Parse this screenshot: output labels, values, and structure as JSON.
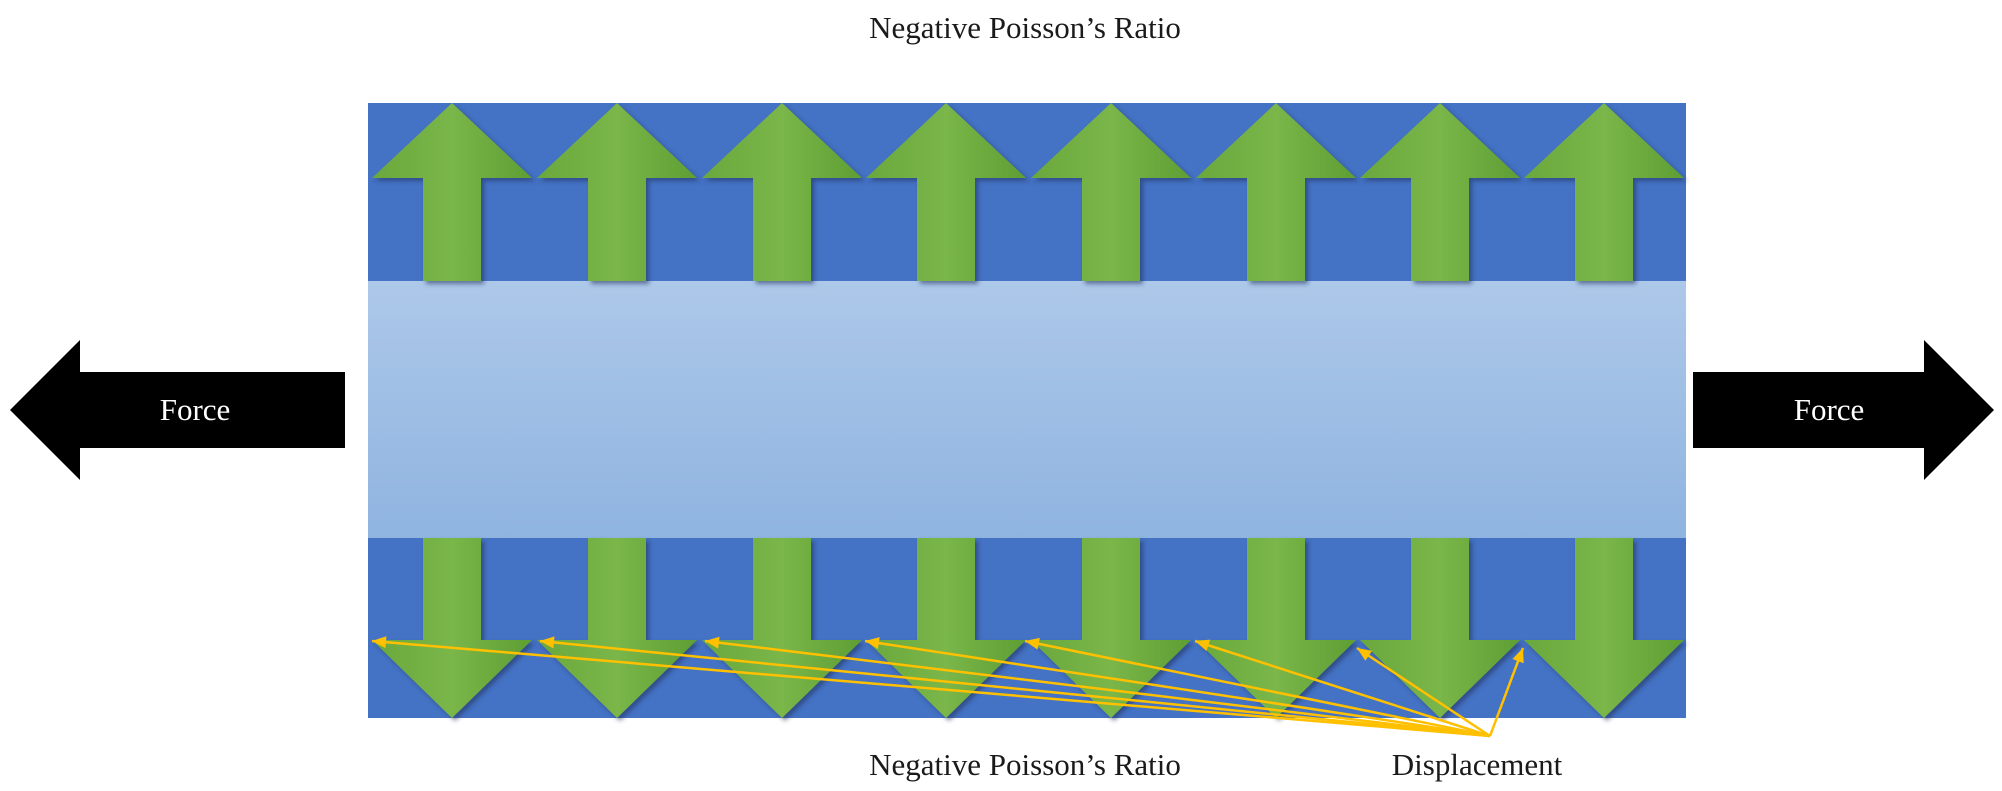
{
  "labels": {
    "top_title": "Negative Poisson’s Ratio",
    "bottom_label": "Negative Poisson’s Ratio",
    "displacement_label": "Displacement",
    "force_left": "Force",
    "force_right": "Force"
  },
  "colors": {
    "background": "#ffffff",
    "band_blue": "#4472c4",
    "center_band_light": "#adc8e9",
    "center_band_mid": "#93b8e3",
    "arrow_green_light": "#7ab648",
    "arrow_green_dark": "#5e9e34",
    "force_arrow": "#000000",
    "displacement_lines": "#ffc000",
    "label_text": "#1a1a1a",
    "force_text": "#ffffff"
  }
}
